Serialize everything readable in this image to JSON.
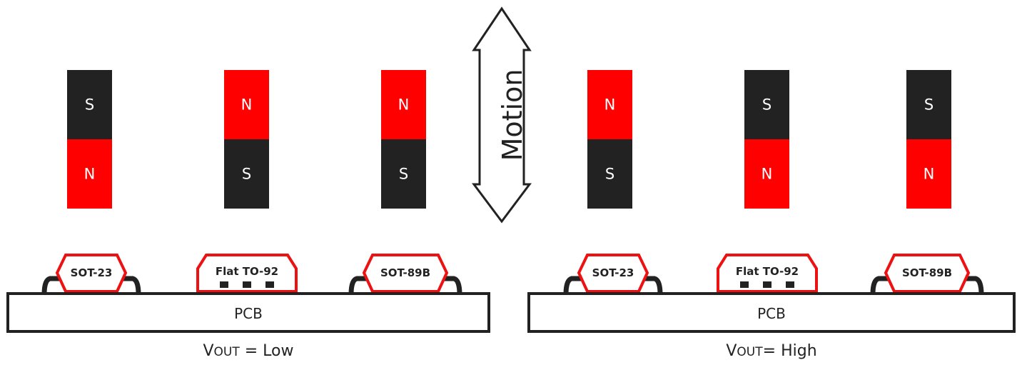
{
  "colors": {
    "north": "#ff0000",
    "south": "#222222",
    "outline": "#222222",
    "chip_border": "#ee1111",
    "background": "#ffffff"
  },
  "motion_label": "Motion",
  "panels": [
    {
      "pcb_label": "PCB",
      "vout": {
        "main": "V",
        "sub": "OUT",
        "rest": " = Low"
      },
      "magnets": [
        {
          "top": "S",
          "bottom": "N"
        },
        {
          "top": "N",
          "bottom": "S"
        },
        {
          "top": "N",
          "bottom": "S"
        }
      ],
      "chips": [
        {
          "label": "SOT-23"
        },
        {
          "label": "Flat TO-92"
        },
        {
          "label": "SOT-89B"
        }
      ]
    },
    {
      "pcb_label": "PCB",
      "vout": {
        "main": "V",
        "sub": "OUT",
        "rest": "= High"
      },
      "magnets": [
        {
          "top": "N",
          "bottom": "S"
        },
        {
          "top": "S",
          "bottom": "N"
        },
        {
          "top": "S",
          "bottom": "N"
        }
      ],
      "chips": [
        {
          "label": "SOT-23"
        },
        {
          "label": "Flat TO-92"
        },
        {
          "label": "SOT-89B"
        }
      ]
    }
  ]
}
